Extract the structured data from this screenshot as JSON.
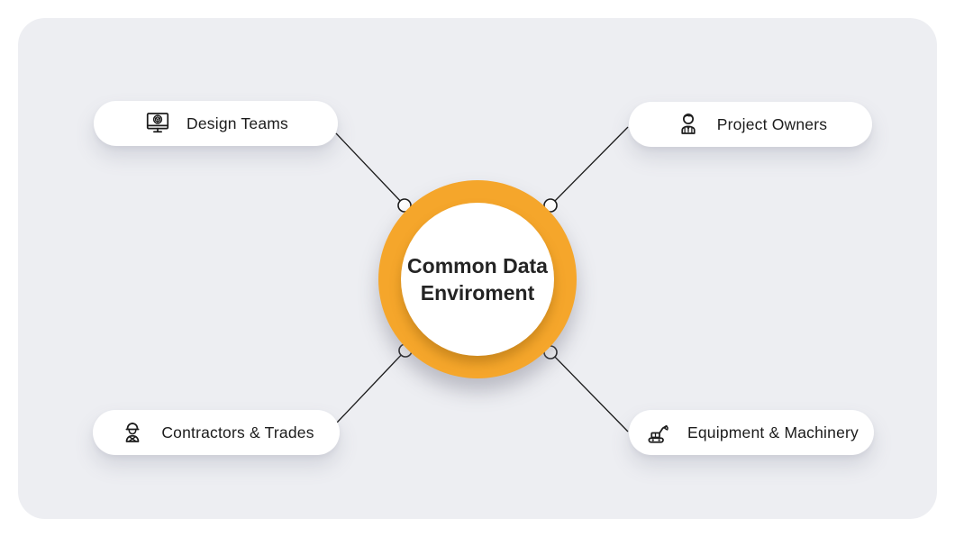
{
  "canvas": {
    "background_color": "#FFFFFF",
    "panel_color": "#EDEEF2"
  },
  "hub": {
    "title_line1": "Common Data",
    "title_line2": "Enviroment",
    "ring_color": "#F5A62B",
    "inner_color": "#FFFFFF",
    "text_color": "#242424"
  },
  "connector": {
    "line_color": "#1A1A1A",
    "dot_fill": "#FFFFFF",
    "dot_border": "#1A1A1A"
  },
  "nodes": [
    {
      "id": "design-teams",
      "label": "Design Teams",
      "icon": "monitor-3d-model-icon",
      "position": "top-left"
    },
    {
      "id": "project-owners",
      "label": "Project Owners",
      "icon": "person-tie-icon",
      "position": "top-right"
    },
    {
      "id": "contractors-trades",
      "label": "Contractors & Trades",
      "icon": "construction-worker-icon",
      "position": "bottom-left"
    },
    {
      "id": "equipment-machinery",
      "label": "Equipment & Machinery",
      "icon": "excavator-icon",
      "position": "bottom-right"
    }
  ]
}
